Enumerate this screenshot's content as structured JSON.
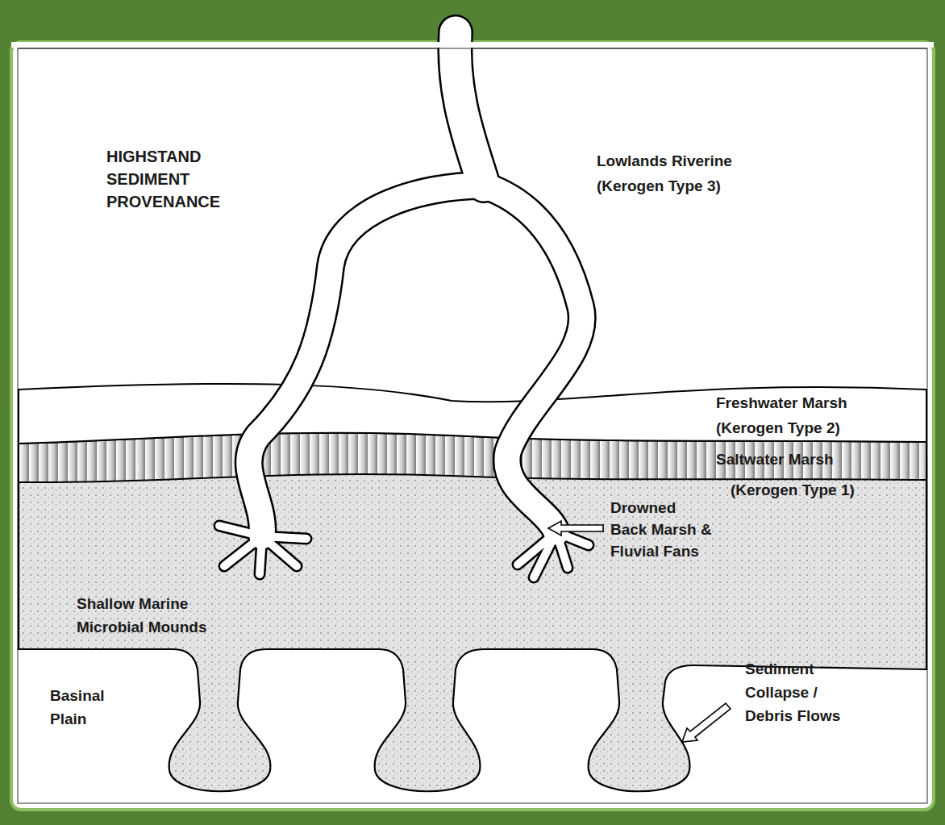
{
  "diagram": {
    "labels": [
      "HIGHSTAND SEDIMENT PROVENANCE",
      "Lowlands Riverine (Kerogen Type 3)",
      "Freshwater Marsh (Kerogen Type 2)",
      "Saltwater Marsh",
      "(Kerogen Type 1)",
      "Drowned Back Marsh & Fluvial Fans",
      "Shallow Marine Microbial Mounds",
      "Basinal Plain",
      "Sediment Collapse / Debris Flows"
    ]
  }
}
